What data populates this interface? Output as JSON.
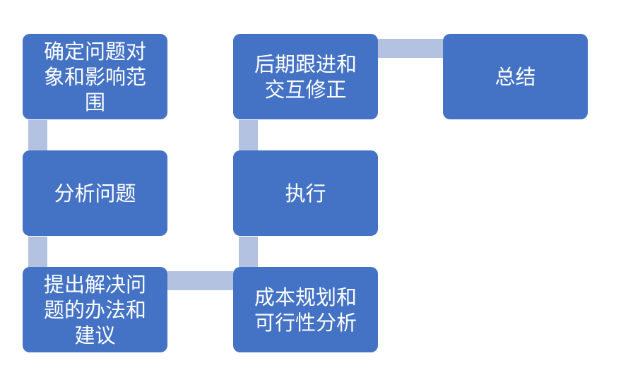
{
  "diagram": {
    "colors": {
      "node_fill": "#4472c4",
      "node_text": "#ffffff",
      "connector": "#b4c2e1",
      "background": "#ffffff"
    },
    "nodes": {
      "define_scope": "确定问题对象和影响范围",
      "analyze": "分析问题",
      "propose": "提出解决问题的办法和建议",
      "cost_planning": "成本规划和可行性分析",
      "execute": "执行",
      "follow_up": "后期跟进和交互修正",
      "summary": "总结"
    },
    "flow": [
      "define_scope",
      "analyze",
      "propose",
      "cost_planning",
      "execute",
      "follow_up",
      "summary"
    ]
  }
}
